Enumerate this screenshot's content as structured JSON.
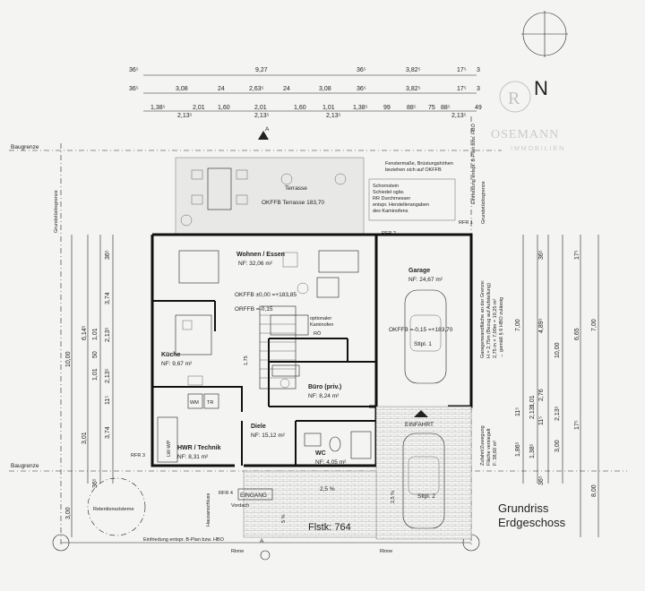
{
  "title": {
    "line1": "Grundriss",
    "line2": "Erdgeschoss"
  },
  "north": "N",
  "logo": {
    "letter": "R",
    "text": "OSEMANN",
    "subtitle": "IMMOBILIEN"
  },
  "dims": {
    "row1": [
      "36⁵",
      "9,27",
      "36⁵",
      "3,82⁵",
      "17⁵",
      "3"
    ],
    "row2": [
      "36⁵",
      "3,08",
      "24",
      "2,63⁵",
      "24",
      "3,08",
      "36⁵",
      "3,82⁵",
      "17⁵",
      "3"
    ],
    "row3": [
      "1,38⁵",
      "2,01",
      "1,60",
      "2,01",
      "1,60",
      "1,01",
      "1,38⁵",
      "99",
      "88⁵",
      "75",
      "88⁵",
      "49"
    ],
    "row3b": [
      "2,13⁵",
      "2,13⁵",
      "2,13⁵",
      "2,13⁵"
    ],
    "left_outer": [
      "10,00",
      "3,00"
    ],
    "left_inner": [
      "36⁵",
      "3,74",
      "11⁵",
      "3,74",
      "36⁵"
    ],
    "left_mid": [
      "6,14⁵",
      "1,01",
      "50",
      "1,01",
      "3,01",
      "2,13⁵",
      "2,13⁵"
    ],
    "right_a": [
      "7,00",
      "36⁵",
      "4,89⁵",
      "11⁵",
      "1,86⁵",
      "36⁵"
    ],
    "right_b": [
      "10,00",
      "6,65",
      "3,00",
      "8,00"
    ],
    "right_c": [
      "2,13⁵",
      "2,76",
      "1,38⁵",
      "2,13⁵"
    ],
    "right_d": [
      "17⁵",
      "7,00",
      "17⁵",
      "1,01",
      "11⁵"
    ]
  },
  "labels": {
    "baugrenze_top": "Baugrenze",
    "baugrenze_bottom": "Baugrenze",
    "grundstuecksgrenze_left": "Grundstücksgrenze",
    "grundstuecksgrenze_right": "Grundstücksgrenze",
    "einfriedung_right": "Einfriedung entspr. B-Plan bzw. HBO",
    "einfriedung_bottom": "Einfriedung entspr. B-Plan bzw. HBO",
    "fenster_note": [
      "Fenstermaße, Brüstungshöhen",
      "beziehen sich auf OKFFB"
    ],
    "schornstein_note": [
      "Schornstein",
      "Schiedel oglw.",
      "RR Durchmesser",
      "entspr. Herstellerangaben",
      "des Kaminofens"
    ],
    "terrasse": "Terrasse",
    "okffb_terrasse": "OKFFB Terrasse 183,70",
    "rfr1": "RFR 1",
    "rfr2": "RFR 2",
    "rfr3": "RFR 3",
    "rfr4": "RFR 4",
    "okffb_main": "OKFFB ±0,00 =+183,85",
    "orffb": "ORFFB =-0,15",
    "okffb_garage": "OKFFB =-0,15 =+183,70",
    "kaminofen": [
      "optionaler",
      "Kaminofen"
    ],
    "rd": "RÖ",
    "stpl1": "Stlpl. 1",
    "stpl2": "Stlpl. 2",
    "einfahrt": "EINFAHRT",
    "eingang": "EINGANG",
    "vordach": "Vordach",
    "hausanschluss": "Hausanschluss",
    "retention": "Retentionszisterne",
    "flstk": "Flstk: 764",
    "rinne_left": "Rinne",
    "rinne_right": "Rinne",
    "slope_main": "2,5 %",
    "slope_drive": "2,5 %",
    "slope_entry": "5 %",
    "garage_note": [
      "Garagenwandfläche an der Grenze:",
      "H = 2,75m (Bezug auf Aufstellung)",
      "2,75 m × 7,00m = 19,25 m²",
      "→ gemäß § 6 HBO zulässig"
    ],
    "zufahrt_note": [
      "Zufahrt/Zuwegung",
      "Fläche versiegelt",
      "F: 38,60 m²"
    ],
    "section_a": "A",
    "wm": "WM",
    "tr": "TR",
    "lwwp": "LW-WP",
    "h175": "1,75"
  },
  "rooms": {
    "wohnen": {
      "name": "Wohnen / Essen",
      "area": "NF: 32,06 m²"
    },
    "kueche": {
      "name": "Küche",
      "area": "NF: 9,67 m²"
    },
    "garage": {
      "name": "Garage",
      "area": "NF: 24,67 m²"
    },
    "buero": {
      "name": "Büro (priv.)",
      "area": "NF: 8,24 m²"
    },
    "diele": {
      "name": "Diele",
      "area": "NF: 15,12 m²"
    },
    "hwr": {
      "name": "HWR / Technik",
      "area": "NF: 8,31 m²"
    },
    "wc": {
      "name": "WC",
      "area": "NF: 4,05 m²"
    }
  }
}
